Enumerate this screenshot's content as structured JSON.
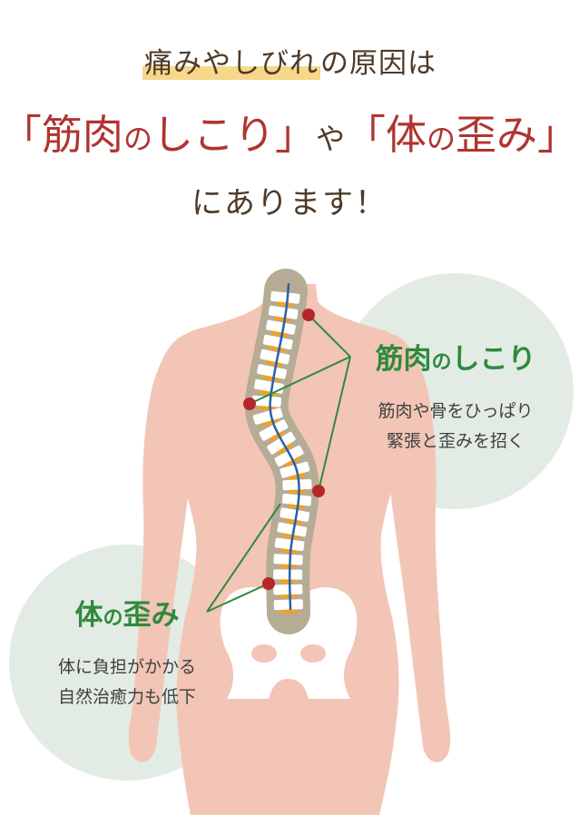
{
  "heading": {
    "line1_highlight": "痛みやしびれ",
    "line1_rest": "の原因は",
    "line2_open1": "「",
    "line2_term1_a": "筋肉",
    "line2_term1_no": "の",
    "line2_term1_b": "しこり",
    "line2_close1": "」",
    "line2_ya": "や",
    "line2_open2": "「",
    "line2_term2_a": "体",
    "line2_term2_no": "の",
    "line2_term2_b": "歪み",
    "line2_close2": "」",
    "line3": "にあります！"
  },
  "callout_muscle": {
    "title_a": "筋肉",
    "title_no": "の",
    "title_b": "しこり",
    "line1": "筋肉や骨をひっぱり",
    "line2": "緊張と歪みを招く"
  },
  "callout_body": {
    "title_a": "体",
    "title_no": "の",
    "title_b": "歪み",
    "line1": "体に負担がかかる",
    "line2": "自然治癒力も低下"
  },
  "colors": {
    "heading_text": "#4e3a28",
    "heading_accent": "#b03431",
    "highlight": "#f7d78a",
    "label_green": "#2f8a3c",
    "skin": "#f2c5b6",
    "circle": "#e3ece4",
    "spine_outline": "#b6ac95",
    "disc": "#f3a21f",
    "nerve": "#2a60a8",
    "knot": "#b5262a"
  }
}
